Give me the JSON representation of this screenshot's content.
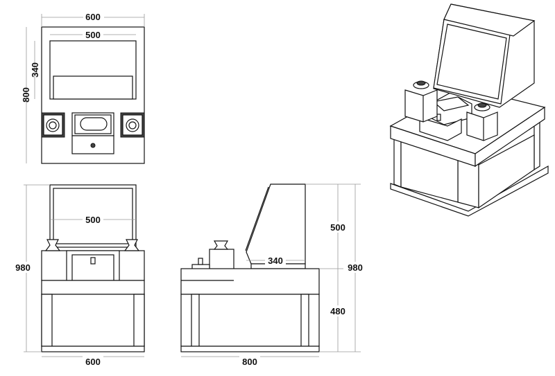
{
  "top_view": {
    "width_label": "600",
    "screen_width_label": "500",
    "screen_depth_label": "340",
    "depth_label": "800"
  },
  "front_view": {
    "screen_width_label": "500",
    "height_label": "980",
    "width_label": "600"
  },
  "side_view": {
    "screen_height_label": "500",
    "screen_depth_label": "340",
    "height_label": "980",
    "base_height_label": "480",
    "depth_label": "800"
  }
}
